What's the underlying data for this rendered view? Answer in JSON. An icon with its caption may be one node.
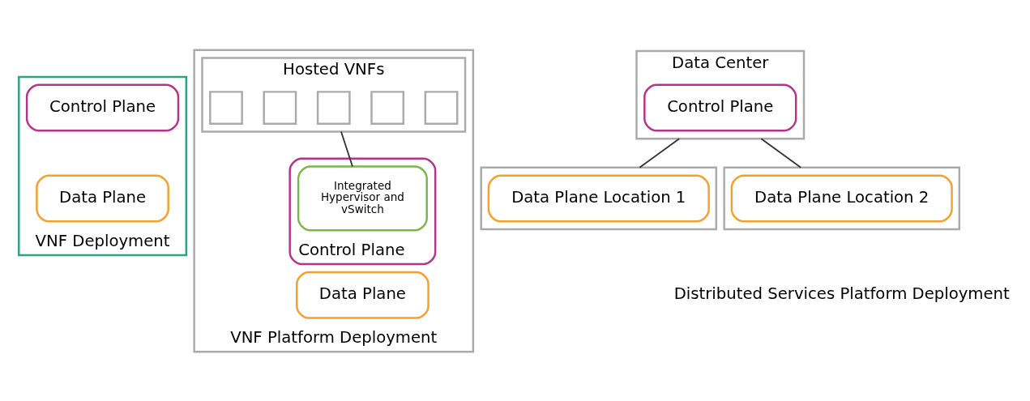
{
  "diagram": {
    "nodes": [
      {
        "text": [
          "VNF Deployment"
        ]
      },
      {
        "text": [
          "Control Plane"
        ],
        "in": 0
      },
      {
        "text": [
          "Data Plane"
        ],
        "in": 0
      },
      {
        "text": [
          "VNF Platform Deployment"
        ]
      },
      {
        "text": [
          "Hosted VNFs"
        ],
        "in": 3
      },
      {
        "text": [],
        "shape": "box",
        "in": 4
      },
      {
        "text": [],
        "shape": "box",
        "in": 4
      },
      {
        "text": [],
        "shape": "box",
        "in": 4
      },
      {
        "text": [],
        "shape": "box",
        "in": 4
      },
      {
        "text": [],
        "shape": "box",
        "in": 4
      },
      {
        "text": [
          "Control Plane"
        ],
        "in": 3
      },
      {
        "text": [
          "Integrated Hypervisor and vSwitch"
        ],
        "in": 10
      },
      {
        "text": [
          "Data Plane"
        ],
        "in": 3
      },
      {
        "text": [
          "Data Center"
        ]
      },
      {
        "text": [
          "Control Plane"
        ],
        "in": 13
      },
      {
        "text": [],
        "shape": "box"
      },
      {
        "text": [
          "Data Plane Location 1"
        ],
        "in": 15
      },
      {
        "text": [],
        "shape": "box"
      },
      {
        "text": [
          "Data Plane Location 2"
        ],
        "in": 17
      }
    ],
    "edges": [
      {
        "from": 4,
        "to": 11,
        "arrow": "none"
      },
      {
        "from": 13,
        "to": 15,
        "arrow": "none"
      },
      {
        "from": 13,
        "to": 17,
        "arrow": "none"
      }
    ],
    "labels": [
      "Distributed Services Platform Deployment"
    ]
  }
}
